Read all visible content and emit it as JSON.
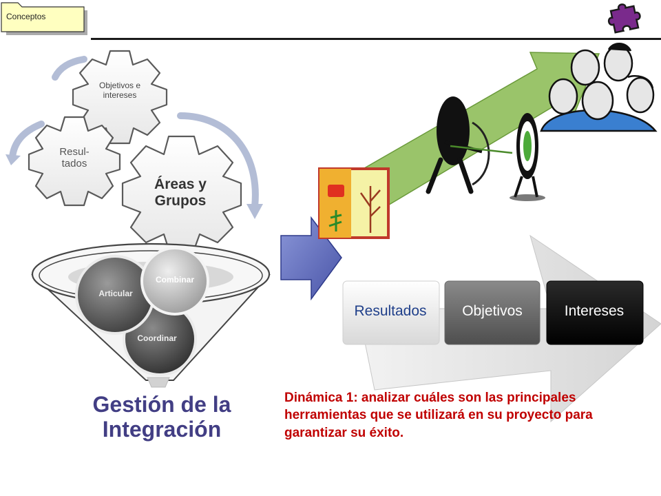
{
  "header": {
    "tab_label": "Conceptos",
    "puzzle_icon": "puzzle-piece-icon",
    "accent_color": "#7a2a8c"
  },
  "cycle": {
    "gears": [
      {
        "label": "Objetivos e intereses"
      },
      {
        "label": "Resul-\ntados"
      },
      {
        "label": "Áreas y Grupos"
      }
    ]
  },
  "funnel": {
    "circles": [
      {
        "label": "Articular"
      },
      {
        "label": "Combinar"
      },
      {
        "label": "Coordinar"
      }
    ],
    "title": "Gestión de la Integración",
    "title_color": "#423e84"
  },
  "process": {
    "steps": [
      {
        "label": "Resultados"
      },
      {
        "label": "Objetivos"
      },
      {
        "label": "Intereses"
      }
    ]
  },
  "note": {
    "text": "Dinámica 1: analizar cuáles son las principales herramientas que se utilizará en su proyecto para garantizar su éxito.",
    "color": "#c00000"
  },
  "illustrations": {
    "arrow_color": "#9ac46a",
    "items": [
      "garden-illustration",
      "archer-illustration",
      "target-illustration",
      "team-people-illustration"
    ]
  }
}
